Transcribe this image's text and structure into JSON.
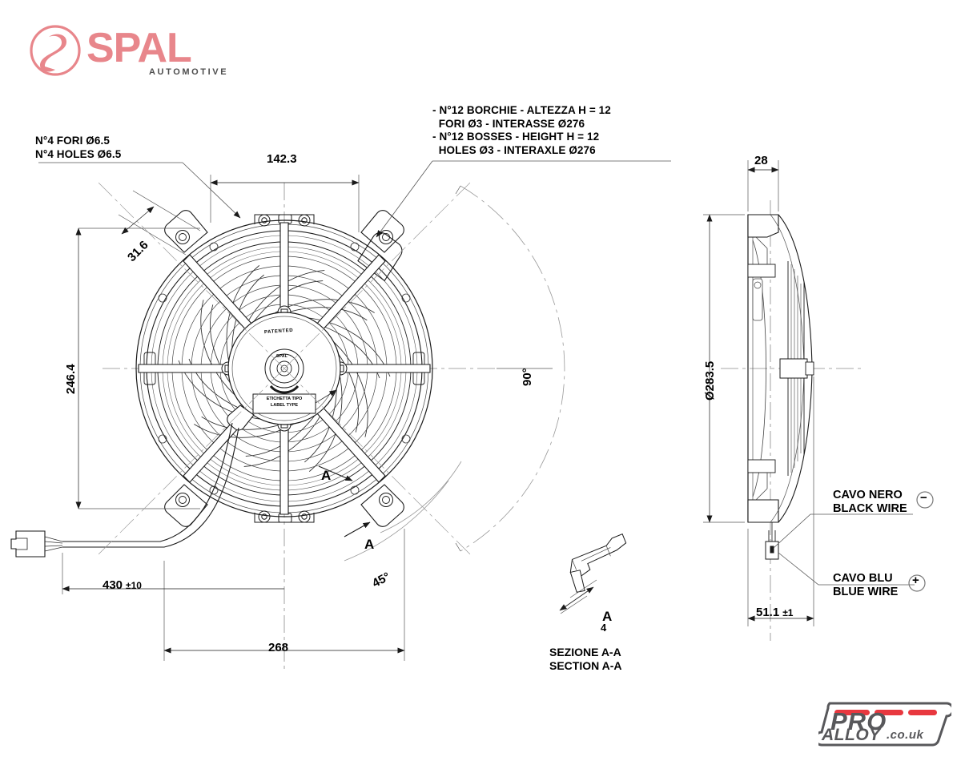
{
  "brand": {
    "logo_icon": "spal-circle-logo",
    "wordmark": "SPAL",
    "tagline": "AUTOMOTIVE",
    "logo_color": "#e8868b",
    "tagline_color": "#4d4d4d"
  },
  "watermark": {
    "name": "PRO",
    "name2": "ALLOY",
    "suffix": ".co.uk",
    "accent_color": "#e8383f",
    "body_color": "#58585b"
  },
  "annotations": {
    "holes_note": "N°4 FORI Ø6.5\nN°4 HOLES Ø6.5",
    "bosses_note": "- N°12 BORCHIE - ALTEZZA H = 12\n  FORI Ø3 - INTERASSE Ø276\n- N°12 BOSSES - HEIGHT H = 12\n  HOLES Ø3 - INTERAXLE Ø276"
  },
  "dimensions": {
    "width_top": "142.3",
    "bracket_diag": "31.6",
    "height_left": "246.4",
    "angle_90": "90°",
    "angle_45": "45°",
    "cable_length": "430",
    "cable_tol": "±10",
    "overall_width": "268",
    "side_depth_top": "28",
    "diameter": "Ø283.5",
    "side_depth_total": "51.1",
    "side_depth_tol": "±1",
    "section_thickness": "4"
  },
  "section": {
    "marker": "A",
    "title_it": "SEZIONE A-A",
    "title_en": "SECTION A-A"
  },
  "hub": {
    "patented": "PATENTED",
    "brand_mark": "SPAL",
    "label_it": "ETICHETTA TIPO",
    "label_en": "LABEL TYPE"
  },
  "wires": {
    "black": {
      "name_it": "CAVO NERO",
      "name_en": "BLACK WIRE",
      "polarity": "−"
    },
    "blue": {
      "name_it": "CAVO BLU",
      "name_en": "BLUE WIRE",
      "polarity": "+"
    }
  },
  "drawing": {
    "line_color": "#1a1a1a",
    "thin_color": "#555555",
    "center_color": "#8a8a8a",
    "background": "#ffffff"
  }
}
